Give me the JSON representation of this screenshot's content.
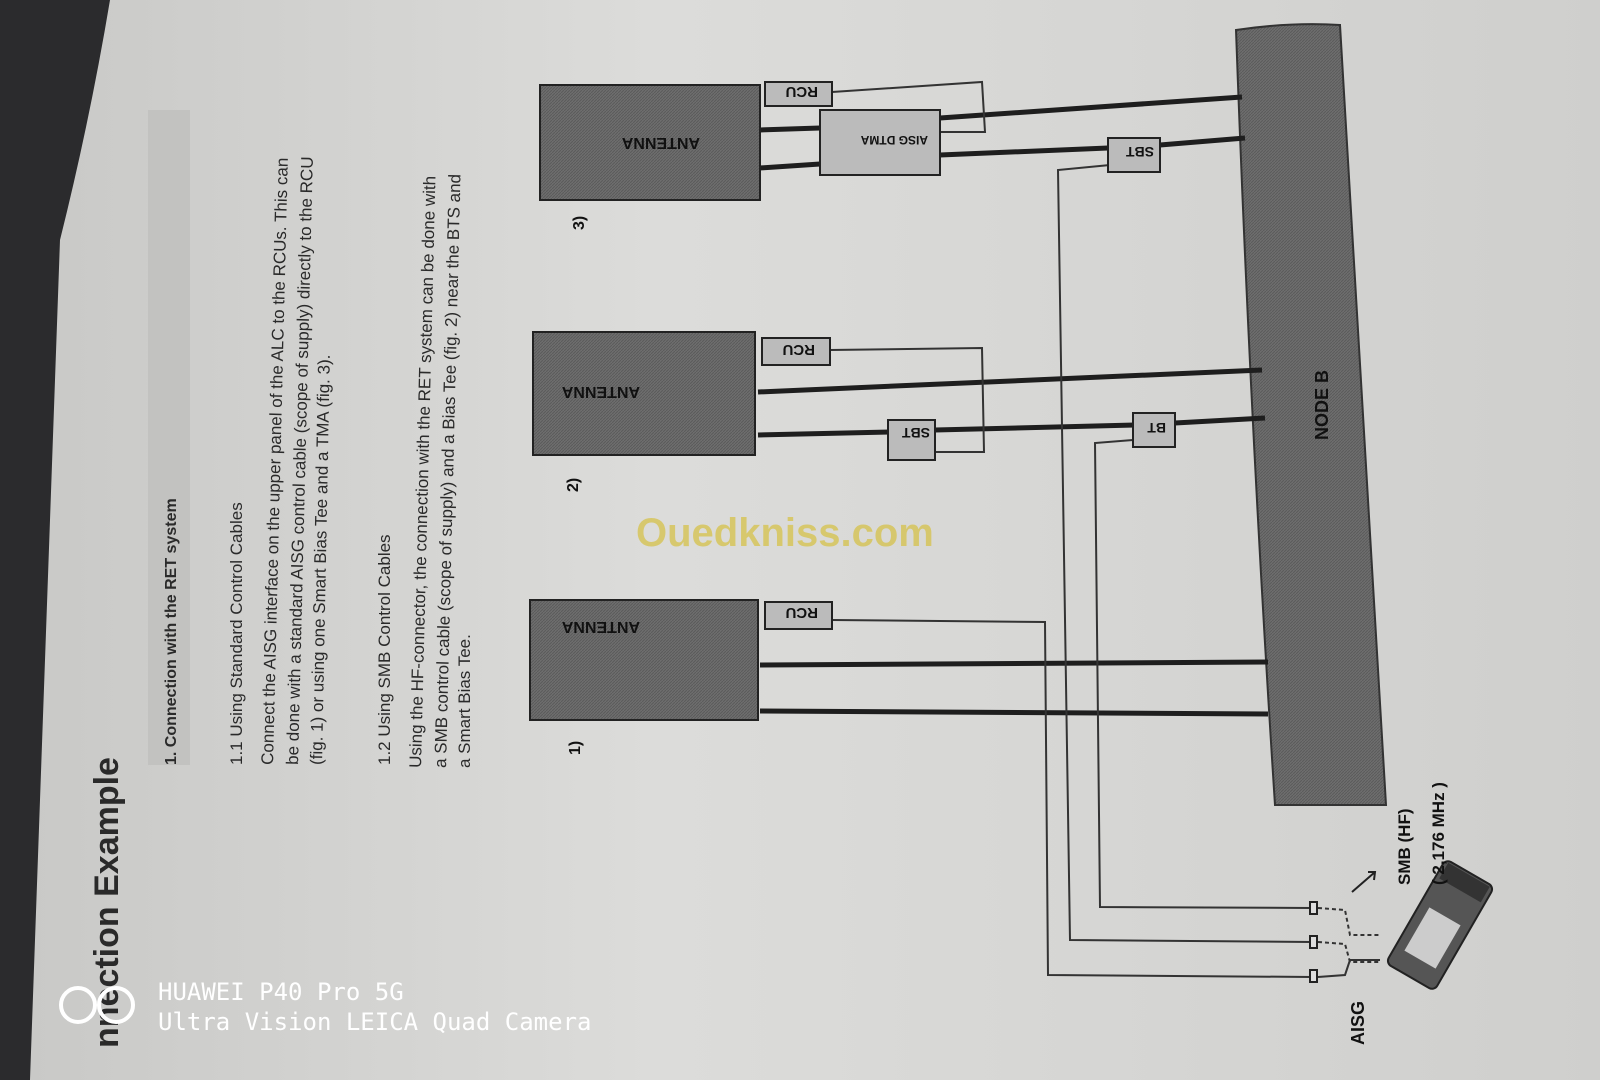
{
  "page": {
    "title": "nnection Example",
    "section_heading": "1. Connection with the RET system",
    "subsection_1": {
      "heading": "1.1 Using Standard Control Cables",
      "lines": [
        "Connect the AISG interface on the upper panel of the ALC to the RCUs. This can",
        "be done with a standard AISG control cable (scope of supply) directly to the RCU",
        "(fig. 1) or using one Smart Bias Tee and a TMA (fig. 3)."
      ]
    },
    "subsection_2": {
      "heading": "1.2 Using SMB Control Cables",
      "lines": [
        "Using the HF-connector, the connection with the RET system can be done with",
        "a SMB control cable (scope of supply) and a Bias Tee (fig. 2) near the BTS and",
        "a Smart Bias Tee."
      ]
    }
  },
  "diagram": {
    "figures": [
      {
        "label": "1)",
        "antenna": "ANTENNA",
        "rcu": "RCU"
      },
      {
        "label": "2)",
        "antenna": "ANTENNA",
        "rcu": "RCU",
        "sbt": "SBT",
        "bt": "BT"
      },
      {
        "label": "3)",
        "antenna": "ANTENNA",
        "rcu": "RCU",
        "tma": "AISG DTMA",
        "sbt": "SBT"
      }
    ],
    "node": "NODE B",
    "smb_label": "SMB (HF)",
    "smb_freq": "( 2,176 MHz )",
    "aisg_label": "AISG"
  },
  "watermark": "Ouedkniss.com",
  "camera": {
    "line1": "HUAWEI P40 Pro 5G",
    "line2": "Ultra Vision LEICA Quad Camera"
  }
}
